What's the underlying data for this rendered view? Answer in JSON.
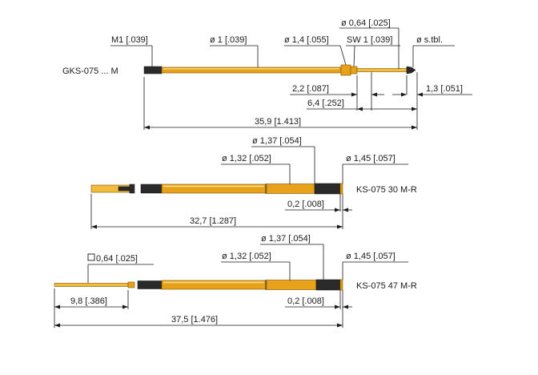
{
  "probe1": {
    "name": "GKS-075 ... M",
    "dim_thread": "M1 [.039]",
    "dim_dia_1": "ø 1 [.039]",
    "dim_dia_14": "ø 1,4 [.055]",
    "dim_dia_064": "ø 0,64 [.025]",
    "dim_sw": "SW 1 [.039]",
    "dim_tip": "ø s.tbl.",
    "dim_22": "2,2 [.087]",
    "dim_64": "6,4 [.252]",
    "dim_13": "1,3 [.051]",
    "dim_total": "35,9 [1.413]"
  },
  "probe2": {
    "name": "KS-075 30 M-R",
    "dim_137": "ø 1,37 [.054]",
    "dim_132": "ø 1,32 [.052]",
    "dim_145": "ø 1,45 [.057]",
    "dim_02": "0,2 [.008]",
    "dim_total": "32,7 [1.287]"
  },
  "probe3": {
    "name": "KS-075 47 M-R",
    "dim_sq": "0,64 [.025]",
    "dim_137": "ø 1,37 [.054]",
    "dim_132": "ø 1,32 [.052]",
    "dim_145": "ø 1,45 [.057]",
    "dim_02": "0,2 [.008]",
    "dim_98": "9,8 [.386]",
    "dim_total": "37,5 [1.476]"
  },
  "colors": {
    "gold": "#e8a219",
    "dark": "#2a2a2a"
  }
}
